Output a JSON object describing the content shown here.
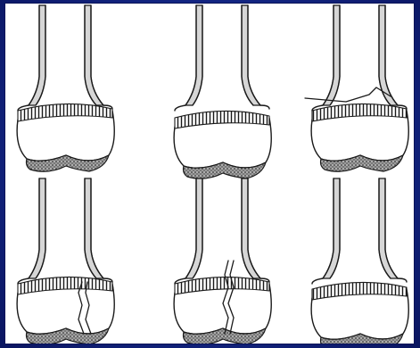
{
  "colors": {
    "slide_background": "#162a8c",
    "drawing_background": "#ffffff",
    "ink": "#1a1a1a",
    "cortex_shade": "#d6d6d6",
    "cartilage_stipple": "#555555"
  },
  "panels": [
    {
      "id": "normal-physis"
    },
    {
      "id": "type-1"
    },
    {
      "id": "type-2"
    },
    {
      "id": "type-3"
    },
    {
      "id": "type-4"
    },
    {
      "id": "type-5"
    }
  ]
}
